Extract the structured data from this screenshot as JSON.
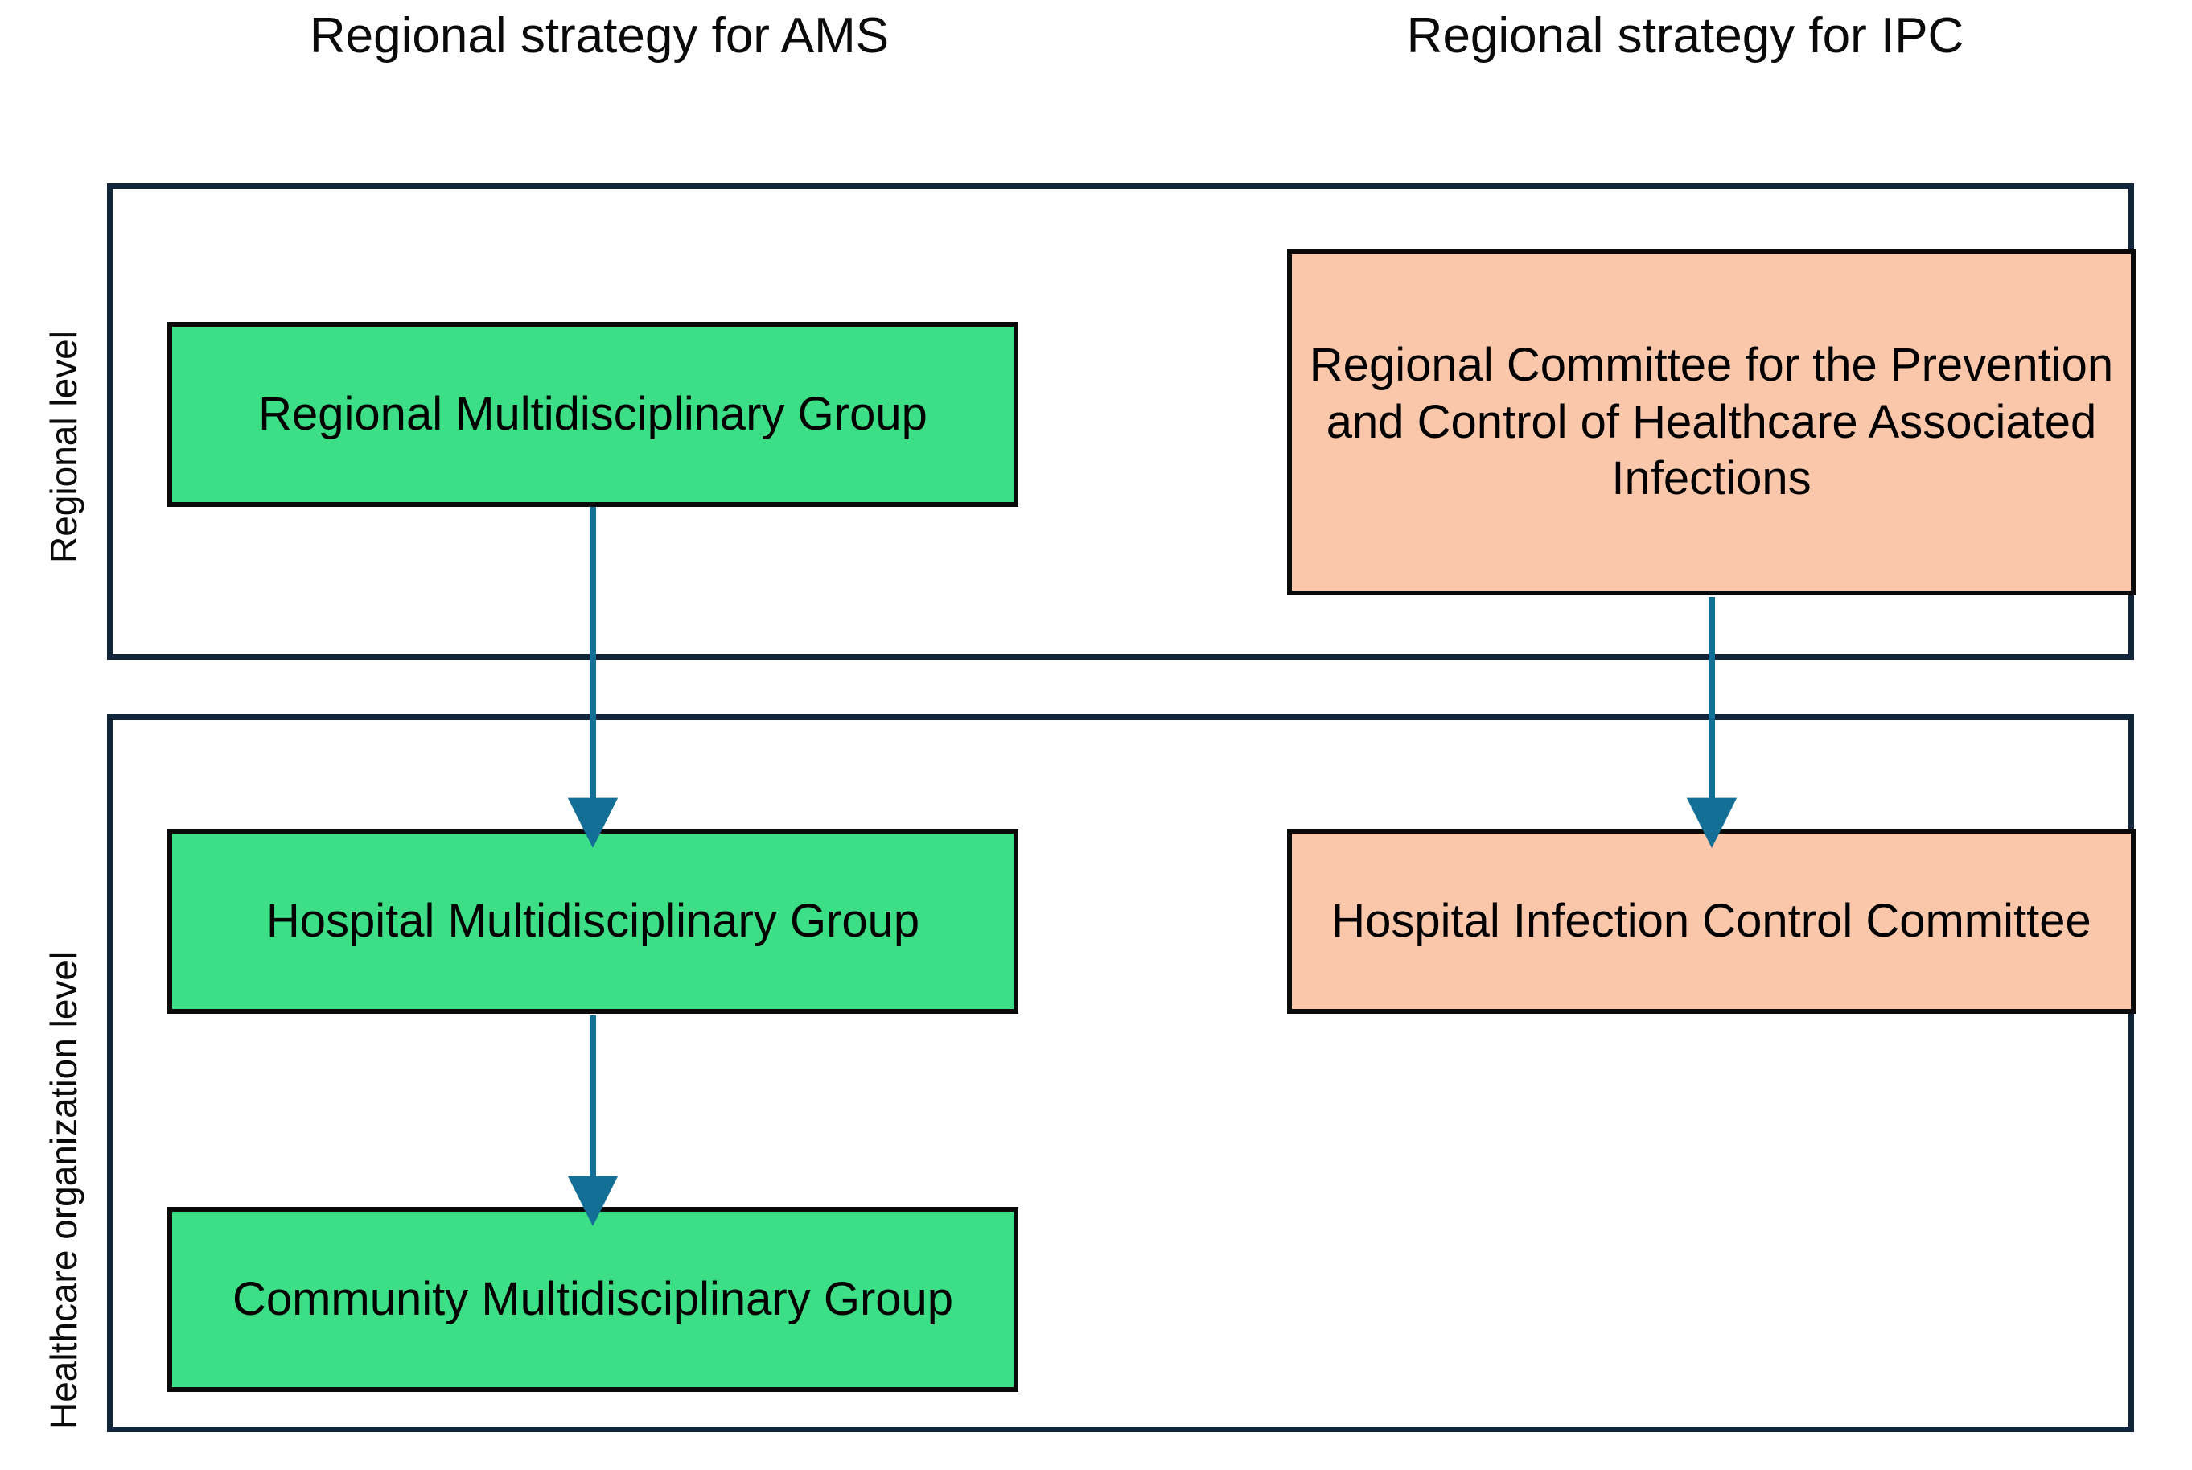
{
  "diagram": {
    "title_ams": "Regional strategy for AMS",
    "title_ipc": "Regional strategy for IPC",
    "levels": [
      {
        "label": "Regional level"
      },
      {
        "label": "Healthcare organization level"
      }
    ],
    "nodes": {
      "regional_mdg": "Regional Multidisciplinary Group",
      "regional_committee": "Regional Committee for the Prevention and Control of Healthcare Associated Infections",
      "hospital_mdg": "Hospital Multidisciplinary Group",
      "community_mdg": "Community Multidisciplinary Group",
      "hospital_icc": "Hospital Infection Control Committee"
    },
    "colors": {
      "ams_node_fill": "#3CDE86",
      "ipc_node_fill": "#FAC7AB",
      "node_border": "#0A0A0A",
      "container_border": "#10243A",
      "arrow": "#136F96",
      "background": "#FFFFFF",
      "text": "#000000"
    },
    "edges": [
      {
        "from": "regional_mdg",
        "to": "hospital_mdg"
      },
      {
        "from": "hospital_mdg",
        "to": "community_mdg"
      },
      {
        "from": "regional_committee",
        "to": "hospital_icc"
      }
    ]
  }
}
